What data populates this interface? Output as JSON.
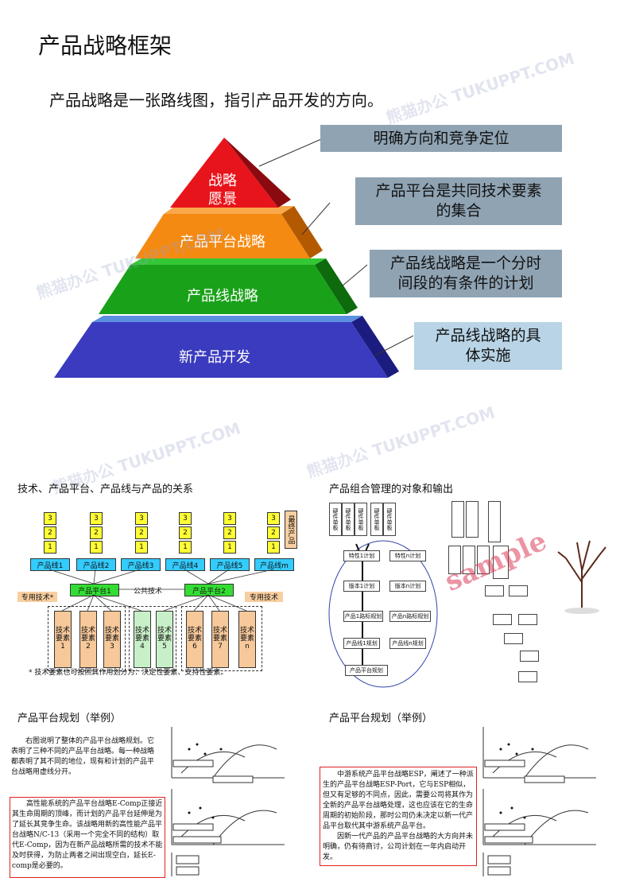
{
  "header": {
    "title": "产品战略框架",
    "subtitle": "产品战略是一张路线图，指引产品开发的方向。"
  },
  "pyramid": {
    "levels": [
      {
        "label_line1": "战略",
        "label_line2": "愿景",
        "color": "#e8141b"
      },
      {
        "label": "产品平台战略",
        "color": "#f58a12"
      },
      {
        "label": "产品线战略",
        "color": "#1aa11a"
      },
      {
        "label": "新产品开发",
        "color": "#3b3bbf"
      }
    ],
    "callouts": [
      {
        "line1": "明确方向和竞争定位",
        "line2": ""
      },
      {
        "line1": "产品平台是共同技术要素",
        "line2": "的集合"
      },
      {
        "line1": "产品线战略是一个分时",
        "line2": "间段的有条件的计划"
      },
      {
        "line1": "产品线战略的具",
        "line2": "体实施"
      }
    ]
  },
  "sec_tech": {
    "title": "技术、产品平台、产品线与产品的关系",
    "levels": [
      "3",
      "2",
      "1"
    ],
    "final_product": "最终产品",
    "lines": [
      "产品线1",
      "产品线2",
      "产品线3",
      "产品线4",
      "产品线5",
      "产品线m"
    ],
    "platform1": "产品平台1",
    "platform2": "产品平台2",
    "common_tech": "公共技术",
    "special_tech1": "专用技术*",
    "special_tech2": "专用技术",
    "elements": [
      "技术要素1",
      "技术要素2",
      "技术要素3",
      "技术要素4",
      "技术要素5",
      "技术要素6",
      "技术要素7",
      "技术要素n"
    ],
    "note": "* 技术要素也可按照其作用划分为：决定性要素、支持性要素。"
  },
  "sec_portfolio": {
    "title": "产品组合管理的对象和输出",
    "items": [
      "特性1计划",
      "特性n计划",
      "版本1计划",
      "版本n计划",
      "产品1路标规划",
      "产品n路标规划",
      "产品线1规划",
      "产品线n规划",
      "产品平台规划"
    ],
    "stamp": "sample"
  },
  "sec_plan1": {
    "title": "产品平台规划（举例）",
    "para1": "右图说明了整体的产品平台战略规划。它表明了三种不同的产品平台战略。每一种战略都表明了其不同的地位，现有和计划的产品平台战略用虚线分开。",
    "para2": "高性能系统的产品平台战略E-Comp正接近其生命周期的顶峰，而计划的产品平台延伸是为了延长其竞争生命。该战略用新的高性能产品平台战略N/C-13（采用一个完全不同的结构）取代E-Comp，因为在新产品战略所需的技术不能及时获得，为防止两者之间出现空白，延长E-comp是必要的。"
  },
  "sec_plan2": {
    "title": "产品平台规划（举例）",
    "para1": "中游系统产品平台战略ESP，阐述了一种派生的产品平台战略ESP-Port，它与ESP相似，但又有足够的不同点，因此，需要公司将其作为全新的产品平台战略处理，这也应该在它的生命周期的初始阶段，那时公司仍未决定以新一代产品平台取代其中游系统产品平台。",
    "para2": "因新一代产品的产品平台战略的大方向并未明确，仍有待商讨，公司计划在一年内启动开发。"
  },
  "watermark": "熊猫办公 TUKUPPT.COM"
}
